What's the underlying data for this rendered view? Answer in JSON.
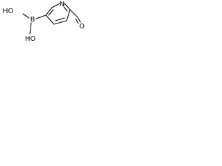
{
  "molecule": {
    "atoms": {
      "boron": "B",
      "hydroxyl_top": "HO",
      "hydroxyl_bottom": "HO",
      "nitrogen": "N",
      "oxygen": "O"
    },
    "bond_color": "#000000",
    "background": "#ffffff"
  }
}
